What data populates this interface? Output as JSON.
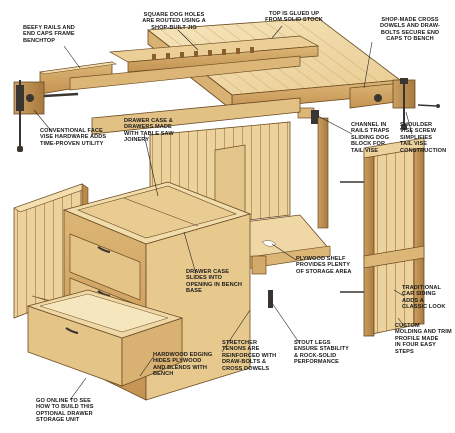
{
  "colors": {
    "background": "#ffffff",
    "wood_light": "#f3dfb0",
    "wood_mid": "#e7c98e",
    "wood_dark": "#c99d5c",
    "wood_shadow": "#a9793d",
    "edge": "#6b4a22",
    "hardware": "#3a3530",
    "text": "#1a1a1a",
    "leader": "#222222"
  },
  "callouts": [
    {
      "id": "dog-holes",
      "text": "SQUARE DOG HOLES\nARE ROUTED USING A\nSHOP-BUILT JIG"
    },
    {
      "id": "top-glued",
      "text": "TOP IS GLUED UP\nFROM SOLID STOCK"
    },
    {
      "id": "beefy-rails",
      "text": "BEEFY RAILS AND\nEND CAPS FRAME\nBENCHTOP"
    },
    {
      "id": "shop-dowels",
      "text": "SHOP-MADE CROSS\nDOWELS AND DRAW-\nBOLTS SECURE END\nCAPS TO BENCH"
    },
    {
      "id": "face-vise",
      "text": "CONVENTIONAL FACE\nVISE HARDWARE ADDS\nTIME-PROVEN UTILITY"
    },
    {
      "id": "drawer-case",
      "text": "DRAWER CASE &\nDRAWERS MADE\nWITH TABLE SAW\nJOINERY"
    },
    {
      "id": "channel-rails",
      "text": "CHANNEL IN\nRAILS TRAPS\nSLIDING DOG\nBLOCK FOR\nTAIL VISE"
    },
    {
      "id": "shoulder-vise",
      "text": "SHOULDER\nVISE SCREW\nSIMPLIFIES\nTAIL VISE\nCONSTRUCTION"
    },
    {
      "id": "case-slides",
      "text": "DRAWER CASE\nSLIDES INTO\nOPENING IN BENCH\nBASE"
    },
    {
      "id": "plywood-shelf",
      "text": "PLYWOOD SHELF\nPROVIDES PLENTY\nOF STORAGE AREA"
    },
    {
      "id": "car-siding",
      "text": "TRADITIONAL\nCAR SIDING\nADDS A\nCLASSIC LOOK"
    },
    {
      "id": "custom-molding",
      "text": "CUSTOM\nMOLDING AND TRIM\nPROFILE MADE\nIN FOUR EASY\nSTEPS"
    },
    {
      "id": "stretcher",
      "text": "STRETCHER\nTENONS ARE\nREINFORCED WITH\nDRAW-BOLTS &\nCROSS DOWELS"
    },
    {
      "id": "stout-legs",
      "text": "STOUT LEGS\nENSURE STABILITY\n& ROCK-SOLID\nPERFORMANCE"
    },
    {
      "id": "hardwood-edging",
      "text": "HARDWOOD EDGING\nHIDES PLYWOOD\nAND BLENDS WITH\nBENCH"
    },
    {
      "id": "go-online",
      "text": "GO ONLINE TO SEE\nHOW TO BUILD THIS\nOPTIONAL DRAWER\nSTORAGE UNIT"
    }
  ]
}
